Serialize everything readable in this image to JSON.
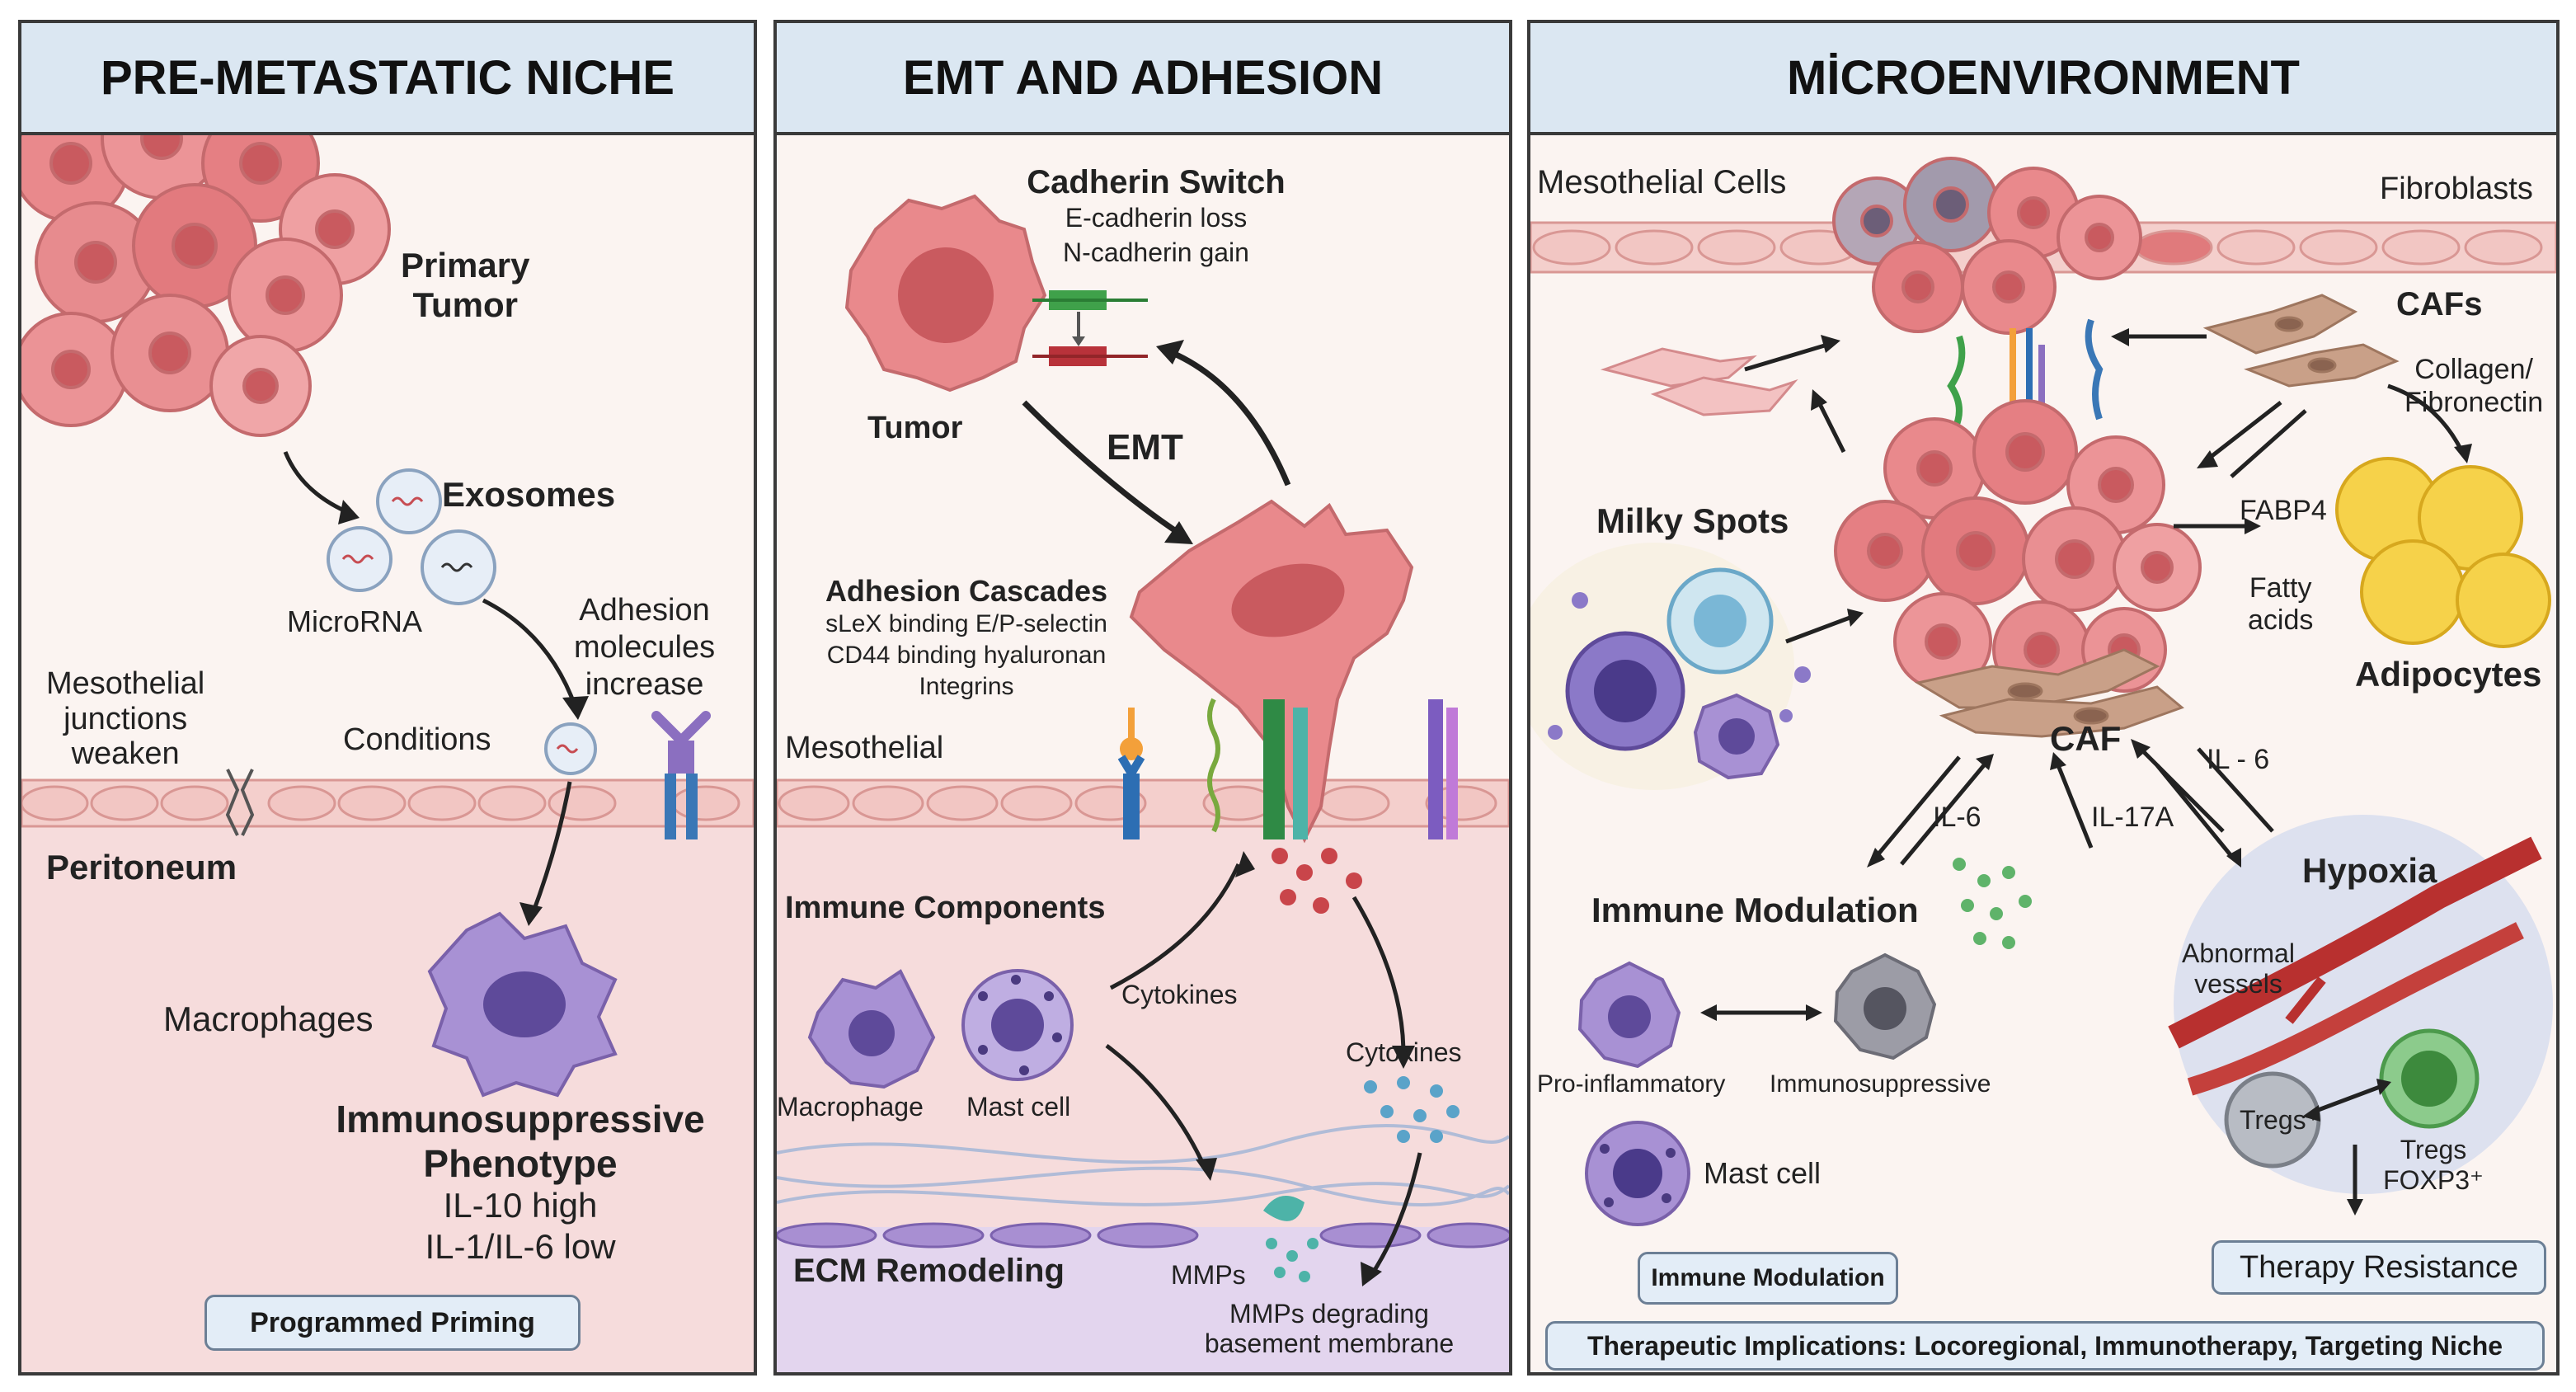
{
  "panels": {
    "pre_metastatic": {
      "title": "PRE-METASTATIC NICHE",
      "primary_tumor": "Primary\nTumor",
      "exosomes": "Exosomes",
      "microrna": "MicroRNA",
      "adhesion_molecules": "Adhesion\nmolecules\nincrease",
      "mesothelial_junctions": "Mesothelial\njunctions\nweaken",
      "conditions": "Conditions",
      "peritoneum": "Peritoneum",
      "macrophages": "Macrophages",
      "phenotype_title": "Immunosuppressive\nPhenotype",
      "il10": "IL-10 high",
      "il1_il6": "IL-1/IL-6 low",
      "programmed_priming": "Programmed Priming"
    },
    "emt": {
      "title": "EMT AND ADHESION",
      "cadherin_switch": "Cadherin Switch",
      "ecadherin": "E-cadherin loss",
      "ncadherin": "N-cadherin gain",
      "tumor": "Tumor",
      "emt_label": "EMT",
      "adhesion_cascades": "Adhesion Cascades",
      "slex": "sLeX binding E/P-selectin",
      "cd44": "CD44 binding hyaluronan",
      "integrins": "Integrins",
      "mesothelial": "Mesothelial",
      "immune_components": "Immune Components",
      "macrophage": "Macrophage",
      "mast_cell": "Mast cell",
      "cytokines_left": "Cytokines",
      "cytokines_right": "Cytokines",
      "ecm_remodeling": "ECM Remodeling",
      "mmps": "MMPs",
      "mmps_degrading": "MMPs degrading\nbasement membrane"
    },
    "microenvironment": {
      "title": "MİCROENVIRONMENT",
      "mesothelial_cells": "Mesothelial Cells",
      "fibroblasts": "Fibroblasts",
      "cafs": "CAFs",
      "collagen": "Collagen/\nFibronectin",
      "milky_spots": "Milky Spots",
      "fabp4": "FABP4",
      "fatty_acids": "Fatty\nacids",
      "adipocytes": "Adipocytes",
      "caf": "CAF",
      "il6_right": "IL - 6",
      "il6_left": "IL-6",
      "il17a": "IL-17A",
      "hypoxia": "Hypoxia",
      "immune_modulation": "Immune Modulation",
      "abnormal_vessels": "Abnormal\nvessels",
      "pro_inflammatory": "Pro-inflammatory",
      "immunosuppressive": "Immunosuppressive",
      "tregs_plus": "Tregs⁺",
      "tregs_foxp3": "Tregs\nFOXP3⁺",
      "mast_cell": "Mast cell",
      "immune_modulation_box": "Immune Modulation",
      "therapy_resistance": "Therapy Resistance",
      "therapeutic_implications": "Therapeutic Implications: Locoregional, Immunotherapy, Targeting Niche"
    }
  },
  "colors": {
    "header_bg": "#dbe7f2",
    "panel_bg": "#fbf4f1",
    "tumor_cell": "#e8878a",
    "tumor_nucleus": "#c95a5f",
    "immune_cell": "#9f88cc",
    "adipocyte": "#f6d24a",
    "caf": "#c9a088",
    "vessel": "#b8302f"
  }
}
